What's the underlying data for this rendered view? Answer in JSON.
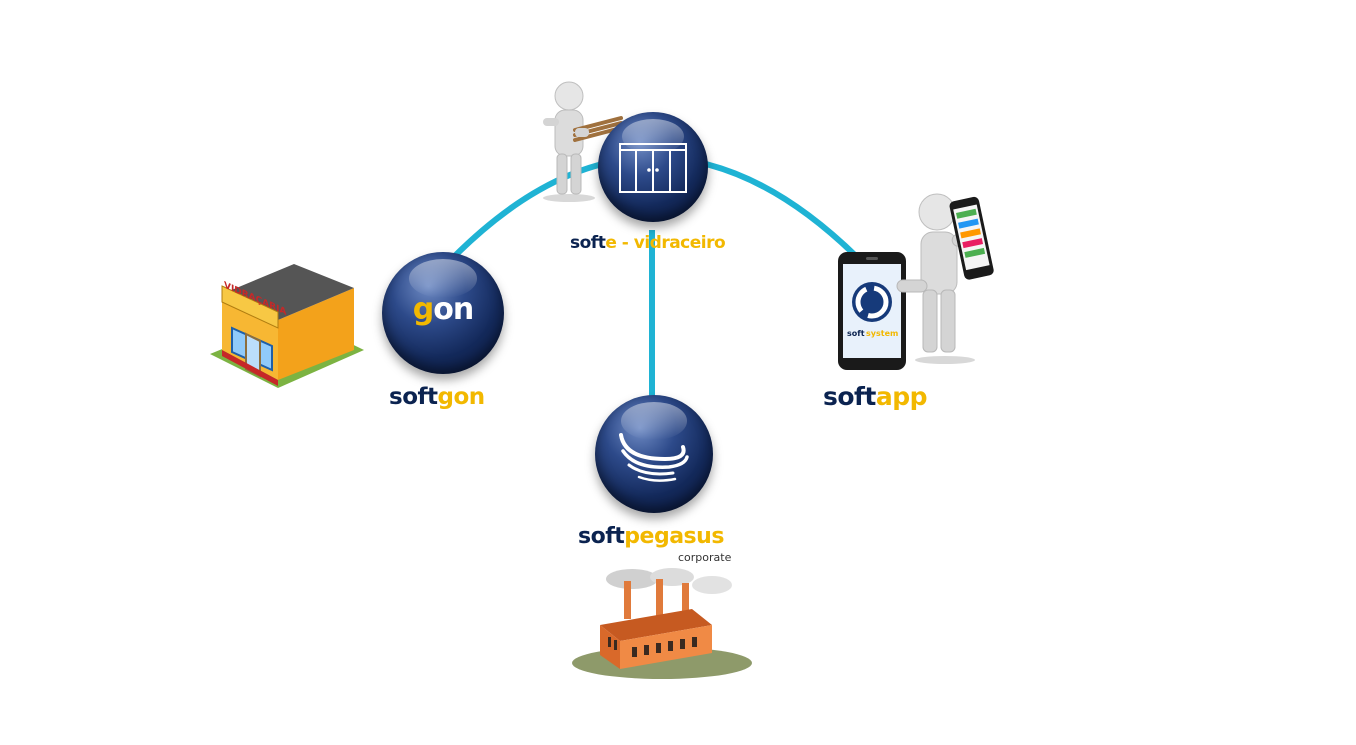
{
  "colors": {
    "connector": "#1fb3d4",
    "navy": "#0b2350",
    "gold": "#f2b800"
  },
  "nodes": {
    "vidraceiro": {
      "label_part1": "soft",
      "label_part2": "e - vidraceiro",
      "icon": "sliding-door-icon"
    },
    "gon": {
      "logo_g": "g",
      "logo_on": "on",
      "label_part1": "soft",
      "label_part2": "gon"
    },
    "app": {
      "label_part1": "soft",
      "label_part2": "app",
      "phone_brand_1": "soft",
      "phone_brand_2": "system"
    },
    "pegasus": {
      "label_part1": "soft",
      "label_part2": "pegasus",
      "sublabel": "corporate",
      "icon": "wind-swoosh-icon"
    }
  },
  "illustrations": {
    "store_sign": "VIDRAÇARIA",
    "store": "glass-shop-icon",
    "factory": "factory-icon",
    "worker": "worker-carrying-tubes-icon",
    "phone_user": "person-holding-phone-icon"
  }
}
